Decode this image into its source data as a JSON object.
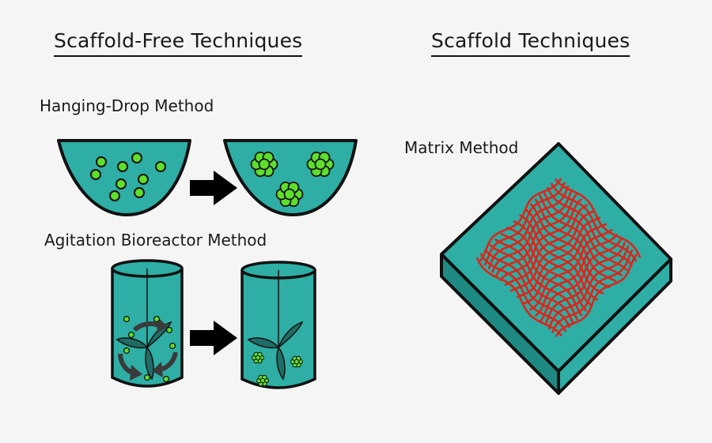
{
  "headings": {
    "scaffold_free": "Scaffold-Free Techniques",
    "scaffold": "Scaffold Techniques"
  },
  "methods": {
    "hanging_drop": "Hanging-Drop Method",
    "agitation_bioreactor": "Agitation Bioreactor Method",
    "matrix": "Matrix Method"
  },
  "colors": {
    "medium": "#2eaea4",
    "medium_dark": "#1f8a82",
    "cell": "#5ee02a",
    "fiber": "#d9261c",
    "outline": "#111111",
    "arrow": "#000000",
    "flow_arrow": "#3a3a3a",
    "background": "#f5f5f5"
  },
  "icons": [
    "drop-bowl-icon",
    "arrow-right-icon",
    "cylinder-bioreactor-icon",
    "impeller-icon",
    "scaffold-block-icon"
  ]
}
